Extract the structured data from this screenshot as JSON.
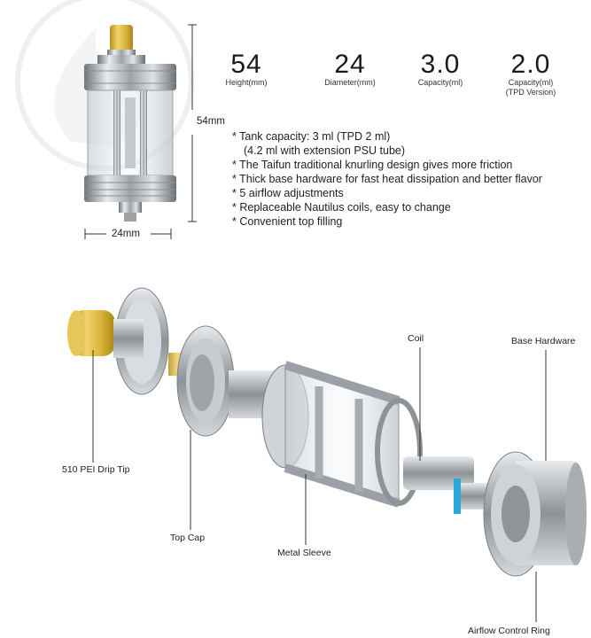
{
  "specs": [
    {
      "value": "54",
      "label": "Height(mm)",
      "sub": ""
    },
    {
      "value": "24",
      "label": "Diameter(mm)",
      "sub": ""
    },
    {
      "value": "3.0",
      "label": "Capacity(ml)",
      "sub": ""
    },
    {
      "value": "2.0",
      "label": "Capacity(ml)",
      "sub": "(TPD Version)"
    }
  ],
  "dimensions": {
    "height": "54mm",
    "width": "24mm"
  },
  "features": [
    "* Tank capacity: 3 ml (TPD 2 ml)",
    "(4.2 ml with extension PSU tube)",
    "* The Taifun traditional knurling design gives more friction",
    "* Thick base hardware for fast heat dissipation and better flavor",
    "* 5 airflow adjustments",
    "* Replaceable Nautilus coils, easy to change",
    "* Convenient top filling"
  ],
  "callouts": {
    "drip_tip": "510 PEI Drip Tip",
    "top_cap": "Top Cap",
    "metal_sleeve": "Metal Sleeve",
    "coil": "Coil",
    "base_hardware": "Base Hardware",
    "airflow_ring": "Airflow Control Ring"
  },
  "colors": {
    "pei": "#d9b63c",
    "steel": "#b9bdc2",
    "accent_ring": "#2aa7d8"
  }
}
